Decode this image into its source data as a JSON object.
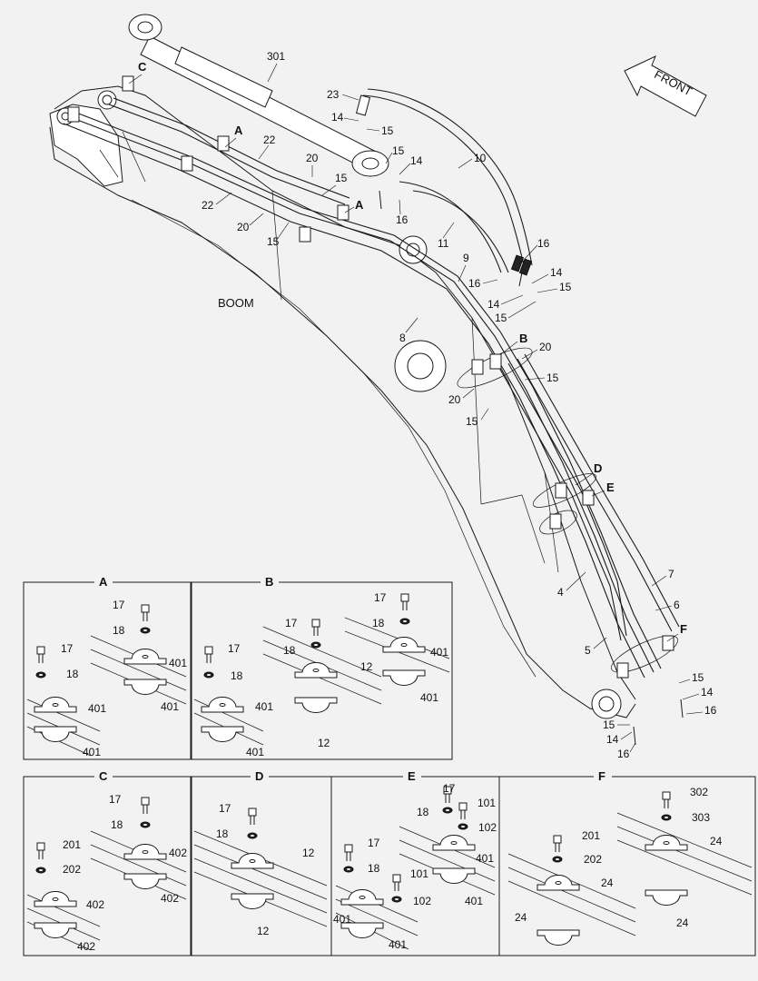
{
  "main": {
    "boom_label": "BOOM",
    "front_label": "FRONT",
    "callouts": {
      "c301": "301",
      "c23": "23",
      "c14a": "14",
      "c15a": "15",
      "c15b": "15",
      "c14b": "14",
      "c10": "10",
      "c22a": "22",
      "c22b": "22",
      "c20a": "20",
      "c15c": "15",
      "c20b": "20",
      "c15d": "15",
      "c16a": "16",
      "c11": "11",
      "c9": "9",
      "c16b": "16",
      "c14c": "14",
      "c15e": "15",
      "c14d": "14",
      "c15f": "15",
      "c16c": "16",
      "c8": "8",
      "c20c": "20",
      "c15g": "15",
      "c20d": "20",
      "c15h": "15",
      "c4": "4",
      "c7": "7",
      "c6": "6",
      "c5": "5",
      "c15i": "15",
      "c14e": "14",
      "c16d": "16",
      "c15j": "15",
      "c14f": "14",
      "c16e": "16"
    },
    "markers": {
      "A1": "A",
      "A2": "A",
      "B": "B",
      "C": "C",
      "D": "D",
      "E": "E",
      "F": "F"
    }
  },
  "details": {
    "A": {
      "title": "A",
      "labels": [
        "17",
        "18",
        "401",
        "401",
        "17",
        "18",
        "401",
        "401"
      ]
    },
    "B": {
      "title": "B",
      "labels": [
        "17",
        "18",
        "401",
        "401",
        "17",
        "18",
        "12",
        "12",
        "17",
        "18",
        "401",
        "401"
      ]
    },
    "C": {
      "title": "C",
      "labels": [
        "17",
        "18",
        "402",
        "402",
        "201",
        "202",
        "402",
        "402"
      ]
    },
    "D": {
      "title": "D",
      "labels": [
        "17",
        "18",
        "12",
        "12"
      ]
    },
    "E": {
      "title": "E",
      "labels": [
        "17",
        "18",
        "101",
        "102",
        "401",
        "17",
        "18",
        "101",
        "102",
        "401",
        "401"
      ]
    },
    "F": {
      "title": "F",
      "labels": [
        "302",
        "303",
        "24",
        "24",
        "201",
        "202",
        "24",
        "24"
      ]
    }
  }
}
